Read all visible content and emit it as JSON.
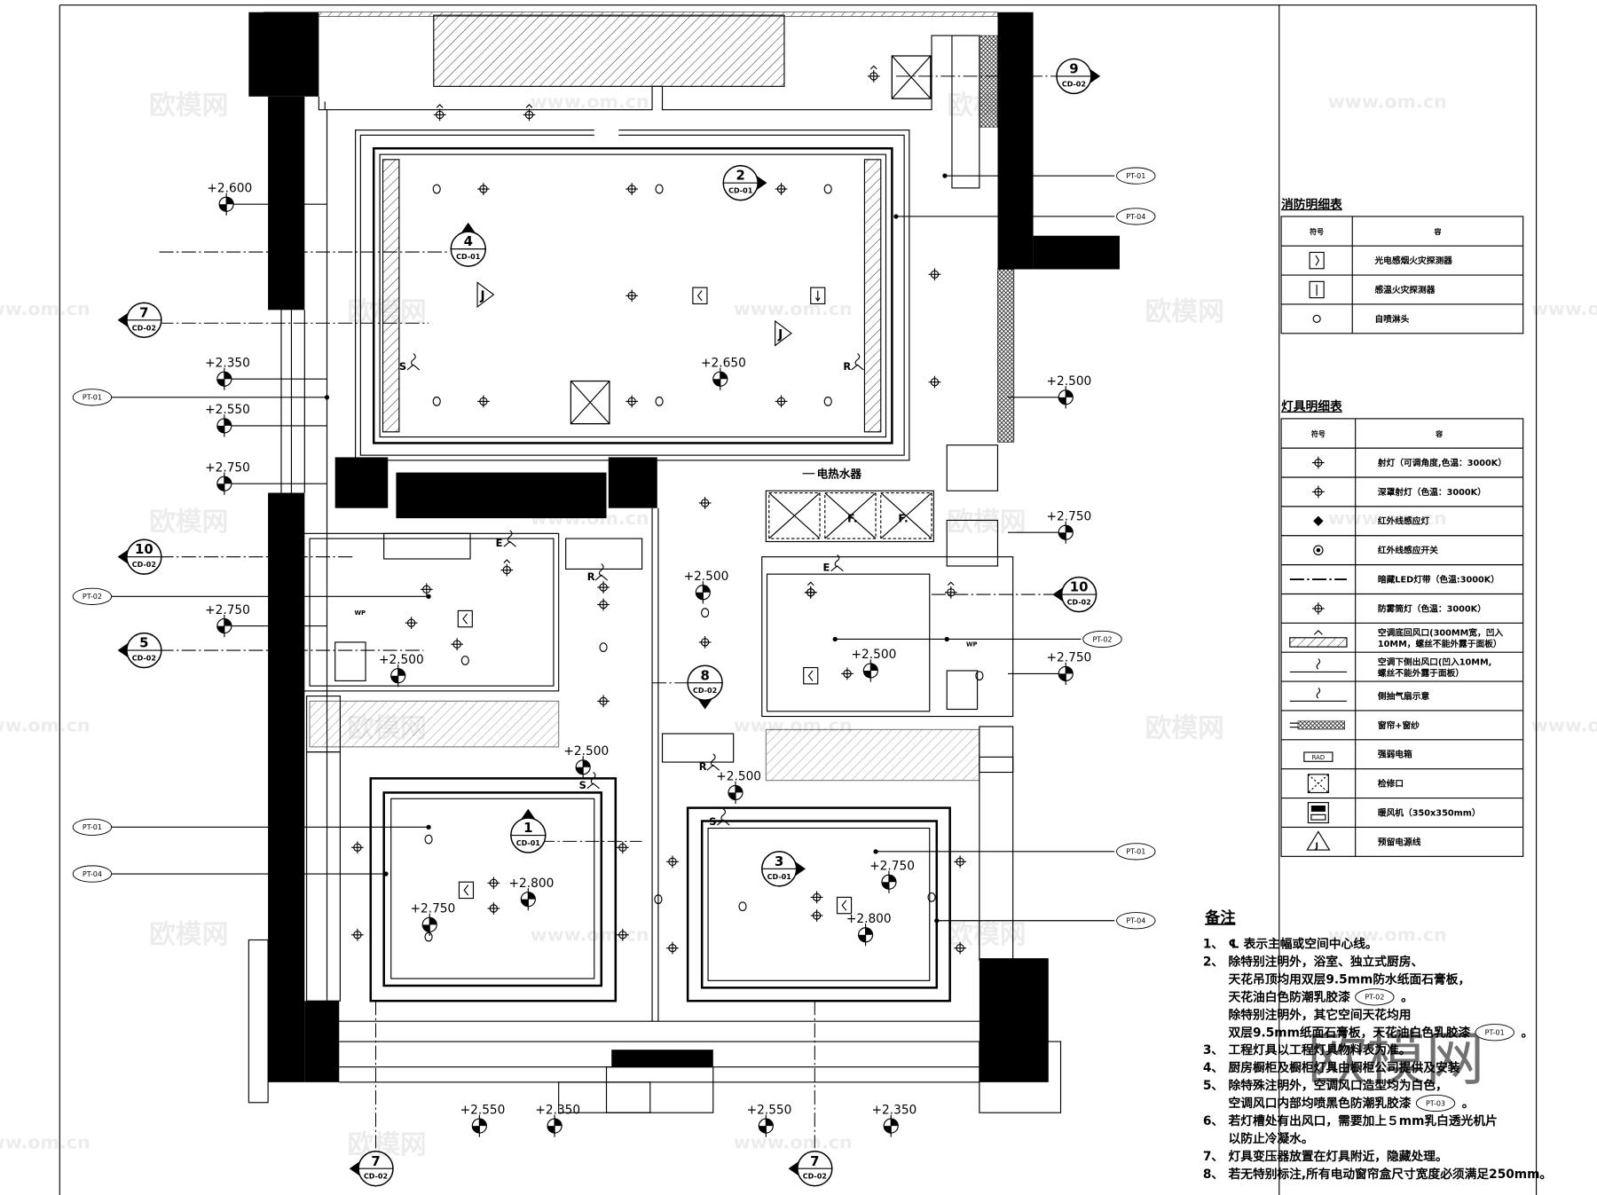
{
  "drawing": {
    "title": "Reflected ceiling plan",
    "levels": [
      {
        "value": "+2.600"
      },
      {
        "value": "+2.350"
      },
      {
        "value": "+2.550"
      },
      {
        "value": "+2.750"
      },
      {
        "value": "+2.750"
      },
      {
        "value": "+2.500"
      },
      {
        "value": "+2.750"
      },
      {
        "value": "+2.750"
      },
      {
        "value": "+2.650"
      },
      {
        "value": "+2.500"
      },
      {
        "value": "+2.500"
      },
      {
        "value": "+2.500"
      },
      {
        "value": "+2.500"
      },
      {
        "value": "+2.500"
      },
      {
        "value": "+2.800"
      },
      {
        "value": "+2.750"
      },
      {
        "value": "+2.750"
      },
      {
        "value": "+2.800"
      },
      {
        "value": "+2.550"
      },
      {
        "value": "+2.350"
      },
      {
        "value": "+2.550"
      },
      {
        "value": "+2.350"
      }
    ],
    "section_marks": [
      {
        "num": "7",
        "sheet": "CD-02"
      },
      {
        "num": "10",
        "sheet": "CD-02"
      },
      {
        "num": "5",
        "sheet": "CD-02"
      },
      {
        "num": "9",
        "sheet": "CD-02"
      },
      {
        "num": "10",
        "sheet": "CD-02"
      },
      {
        "num": "2",
        "sheet": "CD-01"
      },
      {
        "num": "4",
        "sheet": "CD-01"
      },
      {
        "num": "8",
        "sheet": "CD-02"
      },
      {
        "num": "1",
        "sheet": "CD-01"
      },
      {
        "num": "3",
        "sheet": "CD-01"
      },
      {
        "num": "7",
        "sheet": "CD-02"
      },
      {
        "num": "7",
        "sheet": "CD-02"
      }
    ],
    "finish_tags": [
      "PT-01",
      "PT-02",
      "PT-01",
      "PT-04",
      "PT-01",
      "PT-04",
      "PT-02",
      "PT-01",
      "PT-04"
    ],
    "room_labels": {
      "water_heater": "电热水器",
      "fan_f1": "F.",
      "fan_f2": "F."
    },
    "vent_letters": {
      "supply": "S",
      "return": "R",
      "exhaust": "E",
      "wp": "WP",
      "junction": "J"
    }
  },
  "fire_table": {
    "title": "消防明细表",
    "headers": [
      "符号",
      "容"
    ],
    "rows": [
      {
        "icon": "smoke-detector",
        "label": "光电感烟火灾探测器"
      },
      {
        "icon": "heat-detector",
        "label": "感温火灾探测器"
      },
      {
        "icon": "sprinkler",
        "label": "自喷淋头"
      }
    ]
  },
  "light_table": {
    "title": "灯具明细表",
    "headers": [
      "符号",
      "容"
    ],
    "rows": [
      {
        "icon": "adjustable-spotlight",
        "label": "射灯（可调角度,色温：3000K）"
      },
      {
        "icon": "deep-spotlight",
        "label": "深罩射灯（色温：3000K）"
      },
      {
        "icon": "infrared-sensor-light",
        "label": "红外线感应灯"
      },
      {
        "icon": "infrared-sensor-switch",
        "label": "红外线感应开关"
      },
      {
        "icon": "led-strip",
        "label": "暗藏LED灯带（色温:3000K）"
      },
      {
        "icon": "fog-proof-downlight",
        "label": "防雾筒灯（色温：3000K）"
      },
      {
        "icon": "return-air-vent",
        "label": "空调底回风口(300MM宽，凹入",
        "label2": "10MM，螺丝不能外露于面板）"
      },
      {
        "icon": "supply-air-vent",
        "label": "空调下侧出风口(凹入10MM,",
        "label2": "螺丝不能外露于面板）"
      },
      {
        "icon": "exhaust-fan",
        "label": "侧抽气扇示意"
      },
      {
        "icon": "curtain",
        "label": "窗帘+窗纱"
      },
      {
        "icon": "electric-box",
        "label": "强弱电箱",
        "symbol_text": "RAD"
      },
      {
        "icon": "access-panel",
        "label": "检修口"
      },
      {
        "icon": "heater",
        "label": "暖风机（350x350mm）"
      },
      {
        "icon": "power-outlet",
        "label": "预留电源线"
      }
    ]
  },
  "notes": {
    "title": "备注",
    "lines": [
      {
        "num": "1、",
        "text": "℄ 表示主幅或空间中心线。"
      },
      {
        "num": "2、",
        "text": "除特别注明外，浴室、独立式厨房、"
      },
      {
        "num": "",
        "text": "天花吊顶均用双层9.5mm防水纸面石膏板，"
      },
      {
        "num": "",
        "text": "天花油白色防潮乳胶漆",
        "tag": "PT-02"
      },
      {
        "num": "",
        "text": "除特别注明外，其它空间天花均用"
      },
      {
        "num": "",
        "text": "双层9.5mm纸面石膏板，天花油白色乳胶漆",
        "tag": "PT-01"
      },
      {
        "num": "3、",
        "text": "工程灯具以工程灯具物料表为准。"
      },
      {
        "num": "4、",
        "text": "厨房橱柜及橱柜灯具由橱柜公司提供及安装"
      },
      {
        "num": "5、",
        "text": "除特殊注明外，空调风口造型均为白色，"
      },
      {
        "num": "",
        "text": "空调风口内部均喷黑色防潮乳胶漆",
        "tag": "PT-03"
      },
      {
        "num": "6、",
        "text": "若灯槽处有出风口，需要加上５mm乳白透光机片"
      },
      {
        "num": "",
        "text": "以防止冷凝水。"
      },
      {
        "num": "7、",
        "text": "灯具变压器放置在灯具附近，隐藏处理。"
      },
      {
        "num": "8、",
        "text": "若无特别标注,所有电动窗帘盒尺寸宽度必须满足250mm。"
      }
    ]
  },
  "watermarks": {
    "cn": "欧模网",
    "url": "www.om.cn"
  }
}
